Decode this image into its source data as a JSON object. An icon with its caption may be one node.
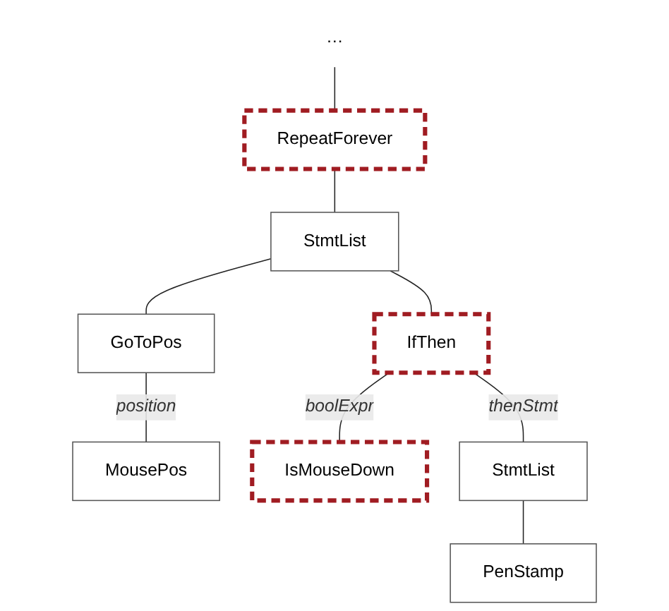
{
  "diagram": {
    "nodes": [
      {
        "text": [
          "…"
        ]
      },
      {
        "text": [
          "RepeatForever"
        ]
      },
      {
        "text": [
          "StmtList"
        ]
      },
      {
        "text": [
          "GoToPos"
        ]
      },
      {
        "text": [
          "IfThen"
        ]
      },
      {
        "text": [
          "MousePos"
        ]
      },
      {
        "text": [
          "IsMouseDown"
        ]
      },
      {
        "text": [
          "StmtList"
        ]
      },
      {
        "text": [
          "PenStamp"
        ]
      }
    ],
    "edges": [
      {
        "from": 0,
        "to": 1,
        "arrow": "none"
      },
      {
        "from": 1,
        "to": 2,
        "arrow": "none"
      },
      {
        "from": 2,
        "to": 3,
        "arrow": "none"
      },
      {
        "from": 2,
        "to": 4,
        "arrow": "none"
      },
      {
        "from": 3,
        "to": 5,
        "arrow": "none",
        "label": "position"
      },
      {
        "from": 4,
        "to": 6,
        "arrow": "none",
        "label": "boolExpr"
      },
      {
        "from": 4,
        "to": 7,
        "arrow": "none",
        "label": "thenStmt"
      },
      {
        "from": 7,
        "to": 8,
        "arrow": "none"
      }
    ]
  }
}
